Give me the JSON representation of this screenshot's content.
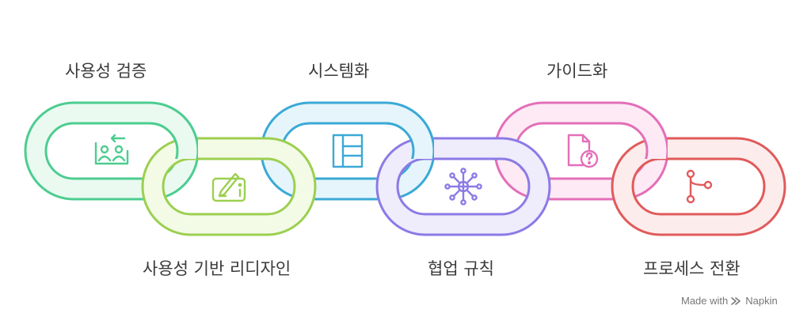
{
  "steps": [
    {
      "label": "사용성 검증",
      "icon": "user-feedback-icon",
      "color": "#4ccd8f",
      "fill": "#eafaf1"
    },
    {
      "label": "사용성 기반 리디자인",
      "icon": "design-tablet-icon",
      "color": "#9ccf50",
      "fill": "#f3fbe6"
    },
    {
      "label": "시스템화",
      "icon": "layout-grid-icon",
      "color": "#3ba9d6",
      "fill": "#e6f5fb"
    },
    {
      "label": "협업 규칙",
      "icon": "network-hub-icon",
      "color": "#8c7ae6",
      "fill": "#efecfc"
    },
    {
      "label": "가이드화",
      "icon": "document-question-icon",
      "color": "#e36fb8",
      "fill": "#fdeaf5"
    },
    {
      "label": "프로세스 전환",
      "icon": "branch-icon",
      "color": "#e05a5a",
      "fill": "#fdecec"
    }
  ],
  "watermark": {
    "prefix": "Made with",
    "brand": "Napkin",
    "icon": "napkin-logo-icon"
  }
}
